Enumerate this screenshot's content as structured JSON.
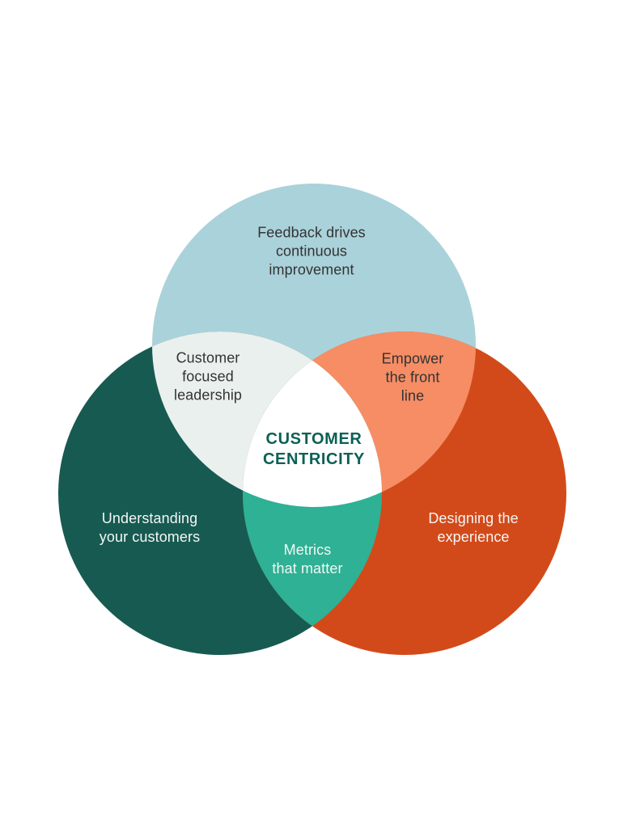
{
  "diagram": {
    "type": "venn-3-circle",
    "center_title": "CUSTOMER\nCENTRICITY",
    "regions": {
      "top": {
        "label": "Feedback drives\ncontinuous\nimprovement",
        "color": "#aad2da",
        "text_color": "#333333"
      },
      "left": {
        "label": "Understanding\nyour customers",
        "color": "#175a51",
        "text_color": "#f3f7f5"
      },
      "right": {
        "label": "Designing the\nexperience",
        "color": "#d34a1a",
        "text_color": "#f3f7f5"
      },
      "overlap_top_left": {
        "label": "Customer\nfocused\nleadership",
        "color": "#eaf0ed",
        "text_color": "#333333"
      },
      "overlap_top_right": {
        "label": "Empower\nthe front\nline",
        "color": "#f68d64",
        "text_color": "#333333"
      },
      "overlap_bottom": {
        "label": "Metrics\nthat matter",
        "color": "#2eb195",
        "text_color": "#f3f7f5"
      },
      "overlap_center": {
        "color": "#ffffff"
      }
    },
    "title_color": "#0c6055",
    "background_color": "#ffffff"
  }
}
